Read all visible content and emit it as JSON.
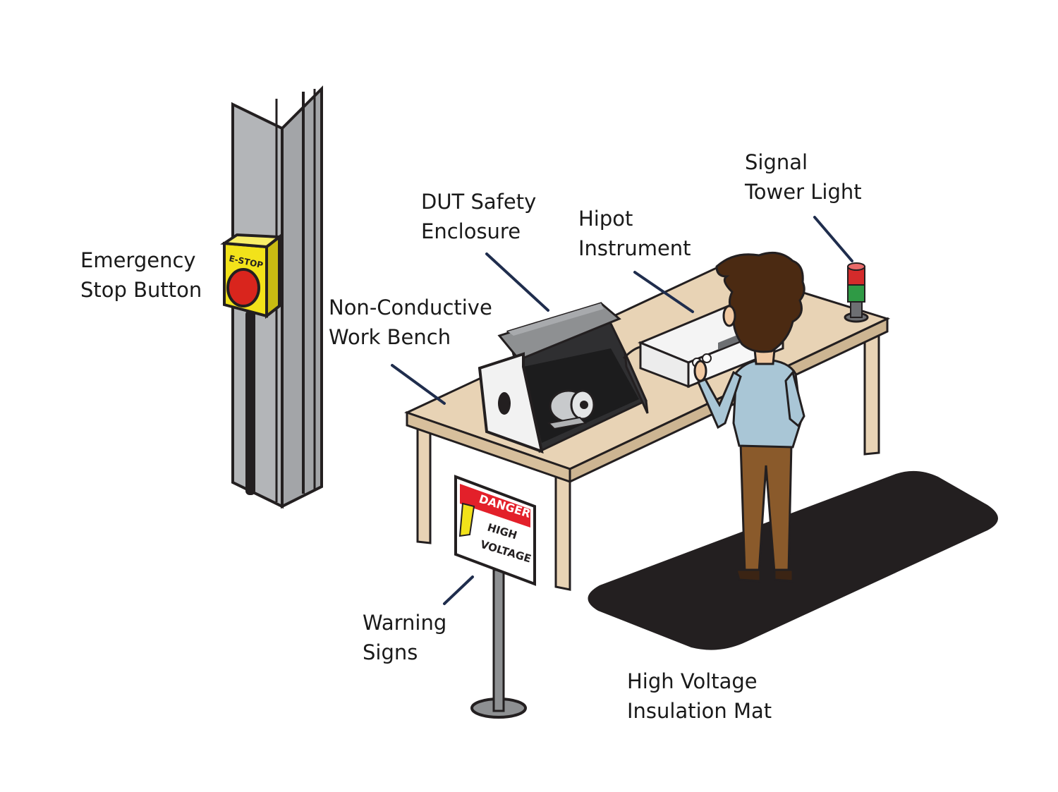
{
  "labels": {
    "estop": {
      "line1": "Emergency",
      "line2": "Stop Button"
    },
    "dut": {
      "line1": "DUT Safety",
      "line2": "Enclosure"
    },
    "hipot": {
      "line1": "Hipot",
      "line2": "Instrument"
    },
    "tower": {
      "line1": "Signal",
      "line2": "Tower Light"
    },
    "bench": {
      "line1": "Non-Conductive",
      "line2": "Work Bench"
    },
    "warning": {
      "line1": "Warning",
      "line2": "Signs"
    },
    "mat": {
      "line1": "High Voltage",
      "line2": "Insulation Mat"
    }
  },
  "estop_box_text": "E-STOP",
  "sign": {
    "header": "DANGER",
    "line1": "HIGH",
    "line2": "VOLTAGE"
  },
  "colors": {
    "leader_line": "#1f2d4d",
    "bench_top": "#e8d3b5",
    "column": "#b3b5b8",
    "estop_yellow": "#f2e21a",
    "estop_red": "#d9251d",
    "danger_red": "#e3202a",
    "mat": "#231f20",
    "shirt": "#a9c6d6",
    "trousers": "#8a5a2b",
    "hair": "#4b2a12",
    "tower_red": "#d42b2b",
    "tower_green": "#2f9a45"
  }
}
